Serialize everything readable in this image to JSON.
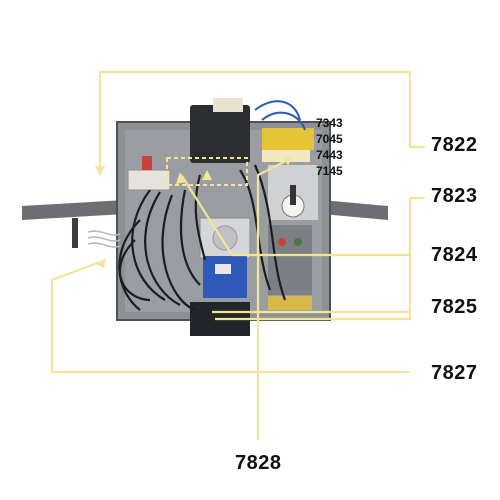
{
  "colors": {
    "leader": "#f3e49a",
    "panel": "#8d9196",
    "panel_dark": "#5d6167",
    "wire": "#1c1d22",
    "blue_relay": "#2f59b8",
    "text": "#111111"
  },
  "labels": {
    "main": [
      "7822",
      "7823",
      "7824",
      "7825",
      "7827",
      "7828"
    ],
    "codes": [
      "7343",
      "7045",
      "7443",
      "7145"
    ]
  }
}
